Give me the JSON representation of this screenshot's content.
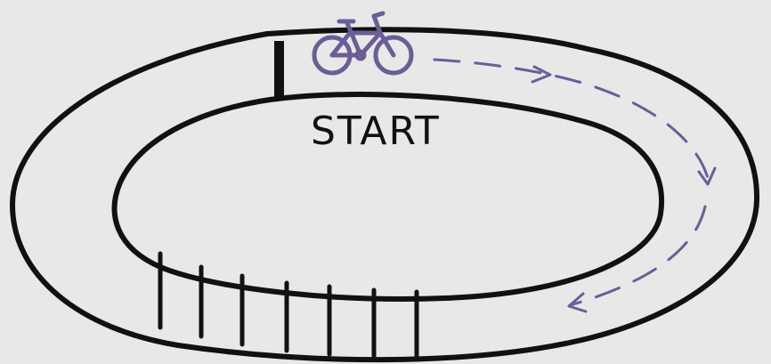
{
  "diagram": {
    "start_label": "START",
    "colors": {
      "background": "#e8e8e8",
      "track_line": "#111111",
      "accent": "#6b5e96"
    },
    "icons": {
      "vehicle": "bicycle-icon",
      "direction": "dashed-arrow-clockwise"
    },
    "start_gate_count": 1,
    "lane_divider_count": 7
  }
}
